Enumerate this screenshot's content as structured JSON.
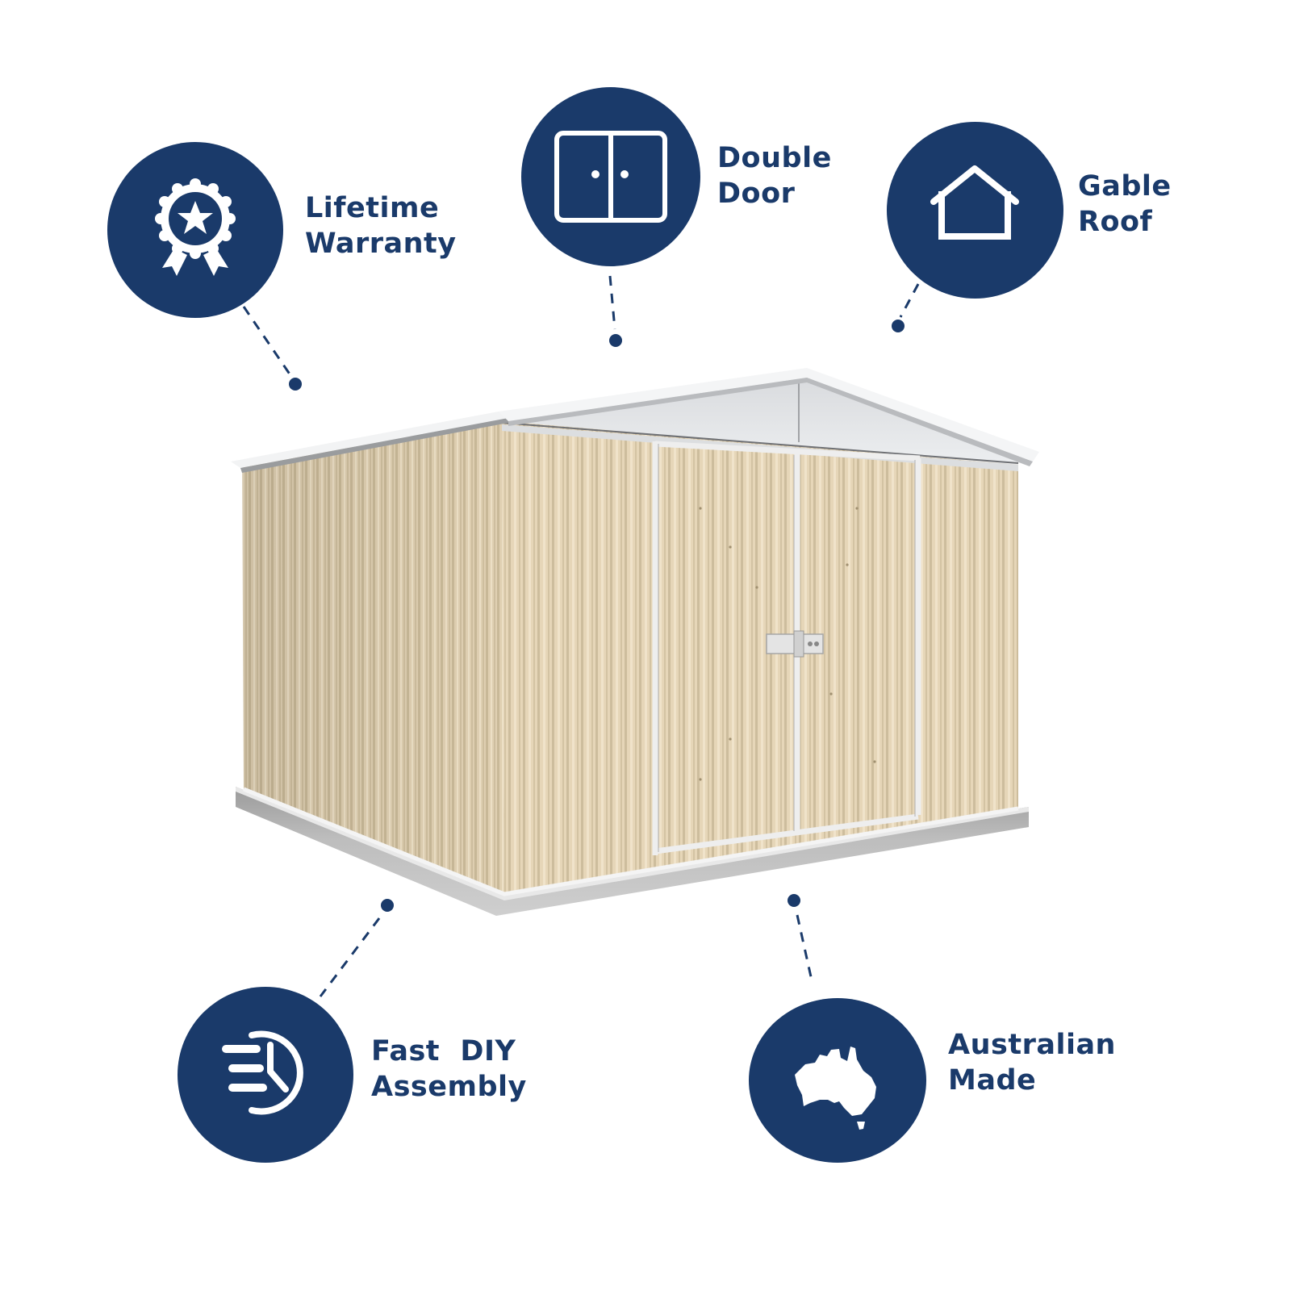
{
  "colors": {
    "brand_navy": "#1a3a6a",
    "wall_beige": "#e2d2b4",
    "roof_white": "#eef0f2",
    "concrete": "#b8b8b8"
  },
  "product": {
    "subject": "shed-illustration",
    "description": "Beige corrugated steel garden shed with white gable roof and double door on concrete slab"
  },
  "features": [
    {
      "id": "lifetime-warranty",
      "icon": "award-ribbon-star-icon",
      "line1": "Lifetime",
      "line2": "Warranty"
    },
    {
      "id": "double-door",
      "icon": "double-door-icon",
      "line1": "Double",
      "line2": "Door"
    },
    {
      "id": "gable-roof",
      "icon": "house-gable-icon",
      "line1": "Gable",
      "line2": "Roof"
    },
    {
      "id": "fast-diy-assembly",
      "icon": "fast-clock-icon",
      "line1": "Fast  DIY",
      "line2": "Assembly"
    },
    {
      "id": "australian-made",
      "icon": "australia-map-icon",
      "line1": "Australian",
      "line2": "Made"
    }
  ]
}
